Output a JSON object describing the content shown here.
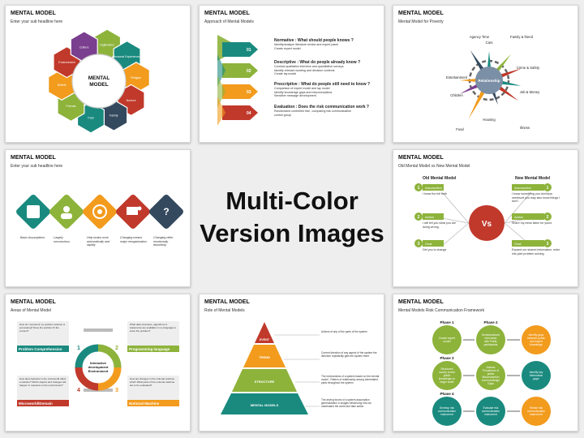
{
  "slides": [
    {
      "title": "MENTAL MODEL",
      "subtitle": "Enter your sub headline here",
      "center": [
        "MENTAL",
        "MODEL"
      ],
      "items": [
        "Digitization",
        "Personal Experiences",
        "Religion",
        "Nurture",
        "Family",
        "Past",
        "Friends",
        "Beliefs",
        "Environment",
        "Culture"
      ]
    },
    {
      "title": "MENTAL MODEL",
      "subtitle": "Approach of Mental Models",
      "steps": [
        {
          "num": "01",
          "heading": "Normative : What should people knows ?",
          "lines": [
            "Identify/analyze literature review and expert panel",
            "Create expert model"
          ]
        },
        {
          "num": "02",
          "heading": "Descriptive : What do people already know ?",
          "lines": [
            "Conduct qualitative interview and quantitative surveys",
            "Identify relevant wording and decision contexts",
            "Create lay model"
          ]
        },
        {
          "num": "03",
          "heading": "Prescriptive : What do people still need to know ?",
          "lines": [
            "Comparison of expert model and lay model",
            "Identify knowledge gaps and misconceptions",
            "Sensitive message development"
          ]
        },
        {
          "num": "04",
          "heading": "Evaluation : Does the risk communication work ?",
          "lines": [
            "Randomized controlled trial , comparing risk communication",
            "control group"
          ]
        }
      ]
    },
    {
      "title": "MENTAL MODEL",
      "subtitle": "Mental Model for Poverty",
      "center": "Relationship",
      "items": [
        "Agency Time",
        "Cars",
        "Family & friend",
        "Entertainment",
        "Crime & Safety",
        "Children",
        "Job & Money",
        "Food",
        "Housing",
        "Illness"
      ]
    },
    {
      "title": "MENTAL MODEL",
      "subtitle": "Enter your sub headline here",
      "items": [
        "Basic Assumptions",
        "Largely unconscious",
        "Help brains work automatically and rapidly",
        "Changing means major reorganization",
        "Changing often emotionally disturbing"
      ]
    },
    {
      "title": "MENTAL MODEL",
      "subtitle": "Old Mental Model vs New Mental Model",
      "old_heading": "Old Mental Model",
      "new_heading": "New Mental Model",
      "vs": "Vs",
      "old_items": [
        {
          "num": "1",
          "label": "Assumption",
          "text": "I know the full truth"
        },
        {
          "num": "2",
          "label": "Action",
          "text": "I will tell you what you are doing wrong."
        },
        {
          "num": "3",
          "label": "Goal",
          "text": "Get you to change"
        }
      ],
      "new_items": [
        {
          "num": "1",
          "label": "Assumption",
          "text": "I know something you don't/you need/sort you may also know things I don't"
        },
        {
          "num": "2",
          "label": "Action",
          "text": "Share my news listen for yours"
        },
        {
          "num": "3",
          "label": "Goal",
          "text": "Expand our shared information, enter into joint problem solving."
        }
      ]
    },
    {
      "title": "MENTAL MODEL",
      "subtitle": "Areas of Mental Model",
      "center": [
        "Interactive",
        "development",
        "Environment"
      ],
      "quadrants": [
        {
          "num": "1",
          "label": "Problem Comprehension",
          "text": "How do I represent my problem-solution & processing? Does the problem fit the context?"
        },
        {
          "num": "2",
          "label": "Programming language",
          "text": "What data structures, algorithms & statements are available in my language to solve the problem?"
        },
        {
          "num": "3",
          "label": "Notional Machine",
          "text": "How are changes in the notional machine what? What parts of the notional machine are to be evaluated?"
        },
        {
          "num": "4",
          "label": "Microworld/Domain",
          "text": "How does behavior in the microworld effect a solution? Which objects and changes will happen in response to the environment?"
        }
      ]
    },
    {
      "title": "MENTAL MODEL",
      "subtitle": "Role of Mental Models",
      "levels": [
        {
          "label": "EVENT",
          "text": "Actions of any of the parts of the system"
        },
        {
          "label": "TREND",
          "text": "Current direction of any aspect of the system the direction repeatedly gets the system there"
        },
        {
          "label": "STRUCTURE",
          "text": "The mechanisms of a system based on the mental model . Pattern of relationship among interrelated parts throughout the system"
        },
        {
          "label": "MENTAL MODELS",
          "text": "The driving forces of a system assumption generalization & images influencing how we understand the world and take action."
        }
      ]
    },
    {
      "title": "MENTAL MODEL",
      "subtitle": "Mental Models Risk Communication Framework",
      "phases": [
        "Phase 1",
        "Phase 2",
        "Phase 3",
        "Phase 4"
      ],
      "nodes": [
        "Create expert model",
        "Semistructured interviews with Public participants",
        "Identify gaps between public and expert knowledge",
        "Structured survey to test public knowledge on larger scale",
        "Assess Prevalence of public Misconception and knowledge Gaps",
        "Identify key Information gaps",
        "Develop risk communication instrument",
        "Evaluate risk communication instrument",
        "Revise risk communication instrument"
      ]
    }
  ],
  "center_heading": [
    "Multi-Color",
    "Version Images"
  ],
  "colors": {
    "green": "#8db33b",
    "teal": "#1a8a7f",
    "orange": "#f29b1d",
    "red": "#c0392b",
    "navy": "#34495e",
    "purple": "#7b3f8f",
    "yellow": "#e9b423"
  }
}
